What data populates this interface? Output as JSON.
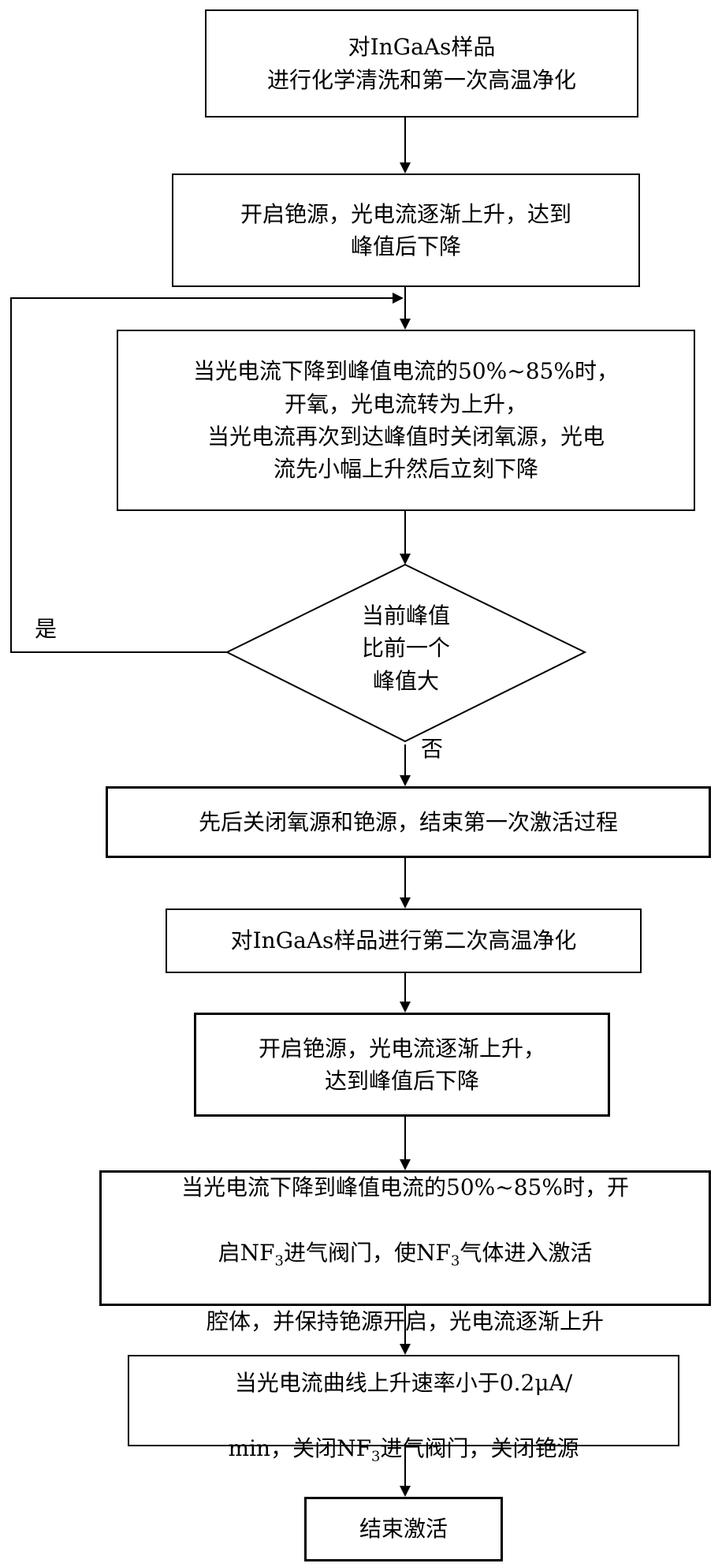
{
  "steps": {
    "s1": "对InGaAs样品\n进行化学清洗和第一次高温净化",
    "s2": "开启铯源，光电流逐渐上升，达到\n峰值后下降",
    "s3": "当光电流下降到峰值电流的50%~85%时，\n开氧，光电流转为上升，\n当光电流再次到达峰值时关闭氧源，光电\n流先小幅上升然后立刻下降",
    "decision": "当前峰值\n比前一个\n峰值大",
    "s4": "先后关闭氧源和铯源，结束第一次激活过程",
    "s5": "对InGaAs样品进行第二次高温净化",
    "s6": "开启铯源，光电流逐渐上升，\n达到峰值后下降",
    "s7_line1": "当光电流下降到峰值电流的50%~85%时，开",
    "s7_line2_a": "启NF",
    "s7_sub": "3",
    "s7_line2_b": "进气阀门，使NF",
    "s7_sub2": "3",
    "s7_line2_c": "气体进入激活",
    "s7_line3": "腔体，并保持铯源开启，光电流逐渐上升",
    "s8_line1": "当光电流曲线上升速率小于0.2μA/",
    "s8_line2_a": "min，关闭NF",
    "s8_sub": "3",
    "s8_line2_b": "进气阀门，关闭铯源",
    "end": "结束激活"
  },
  "branches": {
    "yes": "是",
    "no": "否"
  }
}
